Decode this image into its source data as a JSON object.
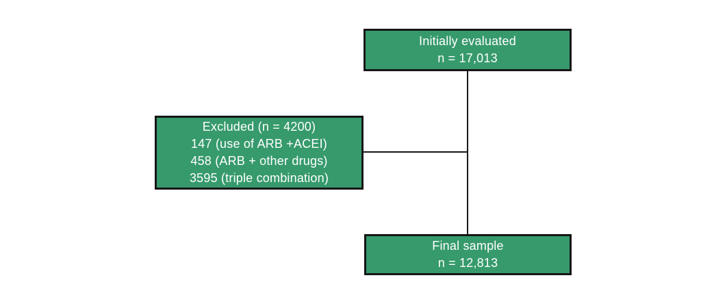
{
  "diagram": {
    "type": "flowchart",
    "background_color": "#ffffff",
    "box_fill_color": "#369a6c",
    "box_border_color": "#161616",
    "text_color": "#ffffff",
    "connector_color": "#161616",
    "nodes": [
      {
        "id": "initially-evaluated",
        "lines": [
          "Initially evaluated",
          "n = 17,013"
        ]
      },
      {
        "id": "excluded",
        "lines": [
          "Excluded (n = 4200)",
          "147 (use of ARB +ACEI)",
          "458 (ARB + other drugs)",
          "3595 (triple combination)"
        ]
      },
      {
        "id": "final-sample",
        "lines": [
          "Final sample",
          "n = 12,813"
        ]
      }
    ],
    "edges": [
      {
        "from": "initially-evaluated",
        "to": "final-sample",
        "shape": "vertical"
      },
      {
        "from": "excluded",
        "to": "initially-evaluated/final-sample",
        "shape": "horizontal-tee"
      }
    ]
  }
}
